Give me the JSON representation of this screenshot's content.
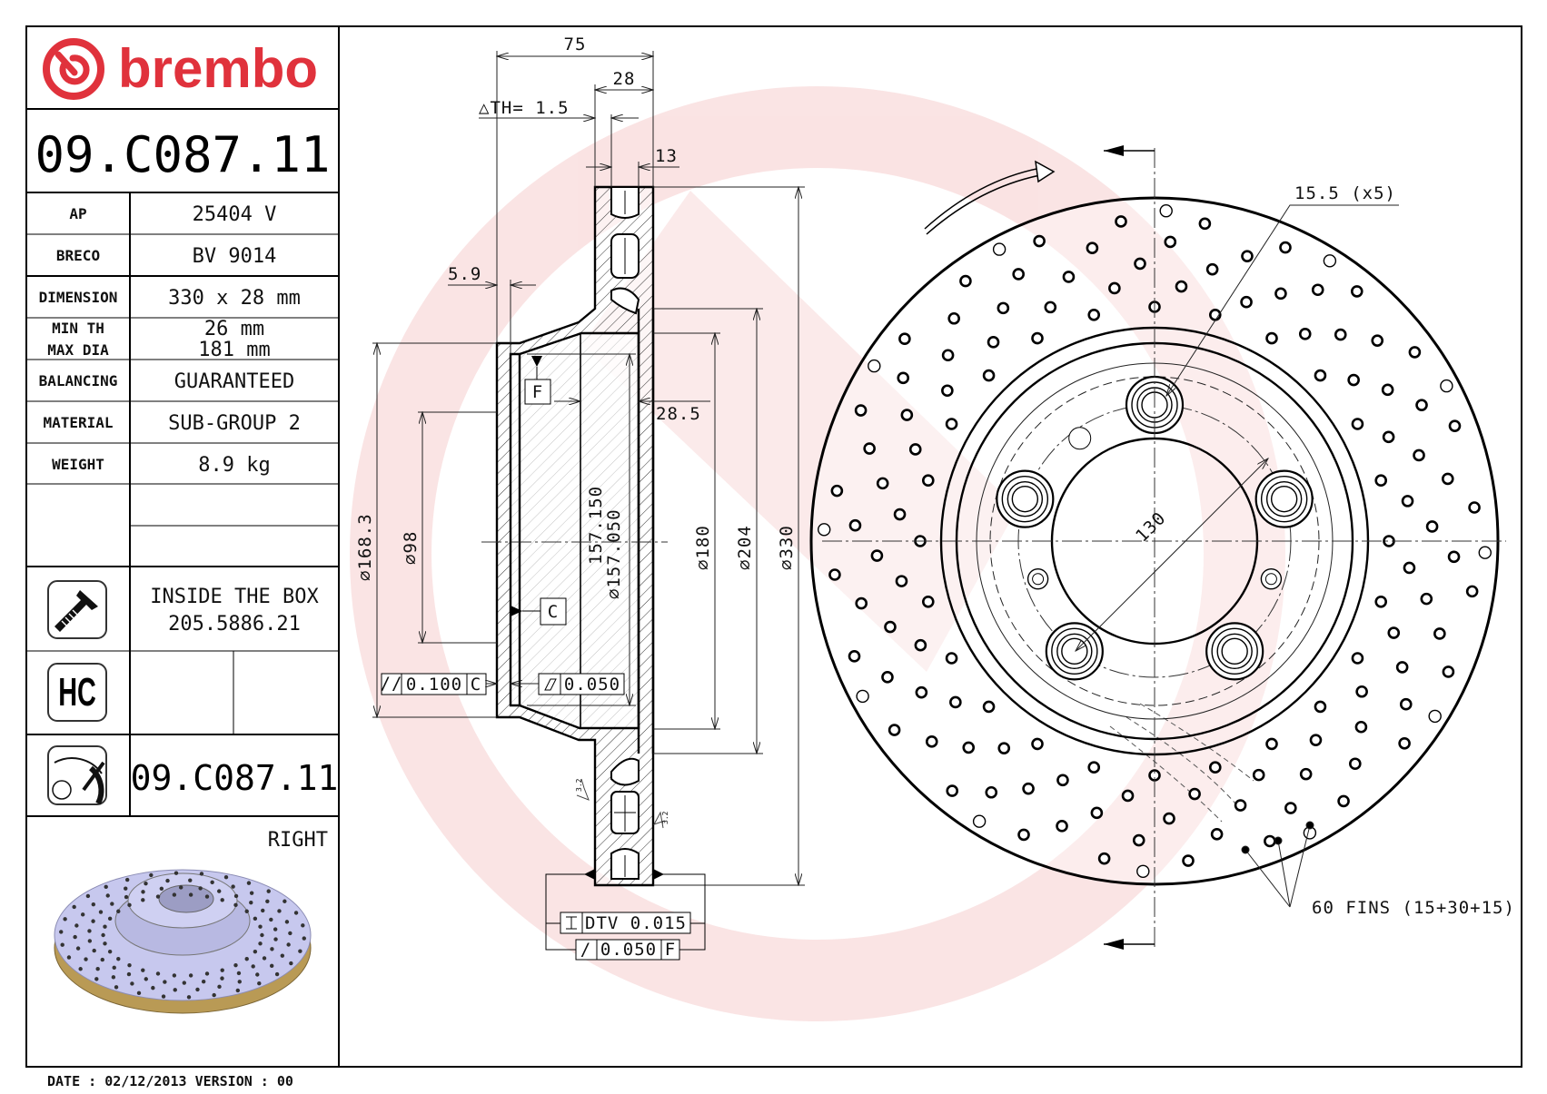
{
  "logo": {
    "brand": "brembo",
    "color": "#e0323c"
  },
  "part_number": "09.C087.11",
  "specs": [
    {
      "label": "AP",
      "value": "25404 V"
    },
    {
      "label": "BRECO",
      "value": "BV 9014"
    },
    {
      "label": "DIMENSION",
      "value": "330 x 28 mm"
    },
    {
      "label_1": "MIN TH",
      "label_2": "MAX DIA",
      "value_1": "26 mm",
      "value_2": "181 mm"
    },
    {
      "label": "BALANCING",
      "value": "GUARANTEED"
    },
    {
      "label": "MATERIAL",
      "value": "SUB-GROUP 2"
    },
    {
      "label": "WEIGHT",
      "value": "8.9 kg"
    }
  ],
  "inside_box": {
    "title": "INSIDE THE BOX",
    "part": "205.5886.21"
  },
  "hc_label": "HC",
  "bottom_part_number": "09.C087.11",
  "side": "RIGHT",
  "footer": {
    "date_label": "DATE :",
    "date": "02/12/2013",
    "version_label": "VERSION :",
    "version": "00"
  },
  "section_view": {
    "dim_75": "75",
    "dim_28": "28",
    "delta_th": "△TH= 1.5",
    "dim_13": "13",
    "dim_5_9": "5.9",
    "dim_28_5": "28.5",
    "dia_168": "⌀168.3",
    "dia_98": "⌀98",
    "dia_157_max": "157.150",
    "dia_157_min": "⌀157.050",
    "dia_180": "⌀180",
    "dia_204": "⌀204",
    "dia_330": "⌀330",
    "datum_f": "F",
    "datum_c": "C",
    "parallelism": {
      "symbol": "//",
      "value": "0.100",
      "datum": "C"
    },
    "flatness": {
      "value": "0.050"
    },
    "dtv": {
      "value": "DTV 0.015"
    },
    "runout": {
      "symbol": "/",
      "value": "0.050",
      "datum": "F"
    },
    "roughness_1": "3.2",
    "roughness_2": "3.2"
  },
  "front_view": {
    "hole_label": "15.5 (x5)",
    "pcd": "130",
    "fins_label": "60 FINS (15+30+15)"
  }
}
